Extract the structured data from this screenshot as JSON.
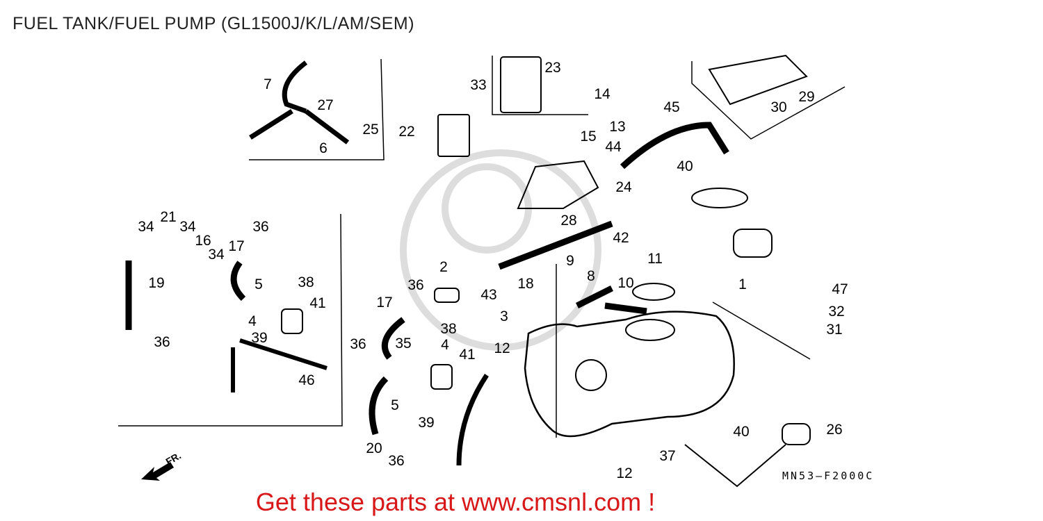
{
  "title": "FUEL TANK/FUEL PUMP (GL1500J/K/L/AM/SEM)",
  "diagram_code": "MN53—F2000C",
  "front_marker": "FR.",
  "promo": "Get these parts at www.cmsnl.com !",
  "watermark": "www.cmsnl.com",
  "labels": [
    "7",
    "27",
    "25",
    "6",
    "23",
    "33",
    "14",
    "13",
    "15",
    "22",
    "45",
    "29",
    "30",
    "44",
    "40",
    "24",
    "28",
    "42",
    "21",
    "34",
    "34",
    "16",
    "34",
    "17",
    "36",
    "19",
    "38",
    "5",
    "41",
    "4",
    "39",
    "36",
    "46",
    "2",
    "9",
    "8",
    "11",
    "10",
    "18",
    "43",
    "36",
    "3",
    "17",
    "38",
    "35",
    "36",
    "4",
    "41",
    "12",
    "1",
    "47",
    "32",
    "31",
    "5",
    "39",
    "20",
    "36",
    "26",
    "40",
    "37",
    "12"
  ]
}
